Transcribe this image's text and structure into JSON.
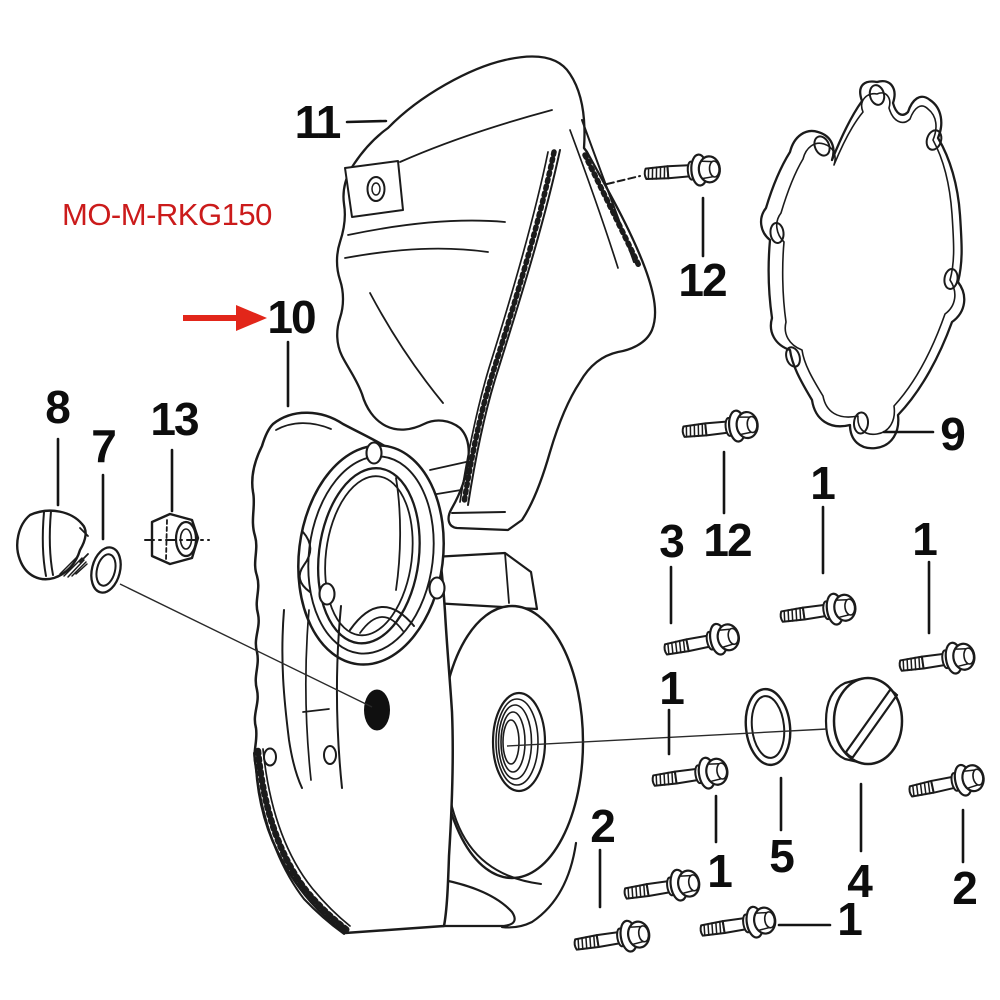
{
  "diagram_code": {
    "label": "MO-M-RKG150",
    "color": "#cb1b1b"
  },
  "colors": {
    "background": "#ffffff",
    "line": "#1b1b1b",
    "arrow_red": "#e2261a",
    "code_red": "#cb1b1b"
  },
  "pointer": {
    "type": "red-arrow",
    "points_at_label": "10"
  },
  "callouts": [
    {
      "id": "callout-11",
      "label": "11"
    },
    {
      "id": "callout-12-top",
      "label": "12"
    },
    {
      "id": "callout-9",
      "label": "9"
    },
    {
      "id": "callout-10",
      "label": "10"
    },
    {
      "id": "callout-8",
      "label": "8"
    },
    {
      "id": "callout-7",
      "label": "7"
    },
    {
      "id": "callout-13",
      "label": "13"
    },
    {
      "id": "callout-3",
      "label": "3"
    },
    {
      "id": "callout-12-mid",
      "label": "12"
    },
    {
      "id": "callout-1-a",
      "label": "1"
    },
    {
      "id": "callout-1-b",
      "label": "1"
    },
    {
      "id": "callout-1-c",
      "label": "1"
    },
    {
      "id": "callout-2-a",
      "label": "2"
    },
    {
      "id": "callout-1-d",
      "label": "1"
    },
    {
      "id": "callout-5",
      "label": "5"
    },
    {
      "id": "callout-4",
      "label": "4"
    },
    {
      "id": "callout-1-e",
      "label": "1"
    },
    {
      "id": "callout-2-b",
      "label": "2"
    }
  ]
}
